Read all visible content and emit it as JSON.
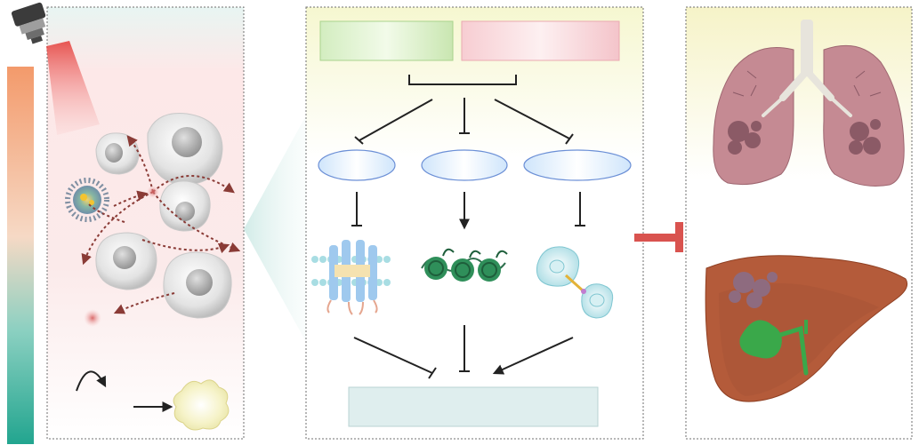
{
  "figure": {
    "panels": [
      {
        "id": "left",
        "description_text": ""
      },
      {
        "id": "middle",
        "boxes": {
          "top_left": "",
          "top_right": "",
          "bottom": ""
        }
      },
      {
        "id": "right"
      }
    ]
  },
  "colors": {
    "panel_border": "#6f6f6f",
    "left_bg_top": "#e8f5f2",
    "left_bg_mid": "#fbe7e7",
    "mid_bg_top": "#f7f8d8",
    "green_box": "#d9efc6",
    "pink_box": "#f7d2d6",
    "ellipse_fill": "#d7ebff",
    "ellipse_stroke": "#6b8fd6",
    "bottom_box": "#dfeeee",
    "inhibit_red": "#d9534f",
    "lung_fill": "#c58a93",
    "liver_fill": "#b45b3a",
    "gallbladder": "#3aa84a",
    "laser_red": "#e53935",
    "gradient_orange": "#f39a6b",
    "gradient_green": "#22a58f"
  },
  "icons": [
    "laser-icon",
    "cell-icon",
    "nanoparticle-icon",
    "curved-arrow-icon",
    "right-arrow-icon",
    "dead-cell-icon",
    "membrane-protein-icon",
    "dna-icon",
    "cell-migration-icon",
    "lung-icon",
    "liver-icon",
    "inhibit-arrow-icon"
  ]
}
